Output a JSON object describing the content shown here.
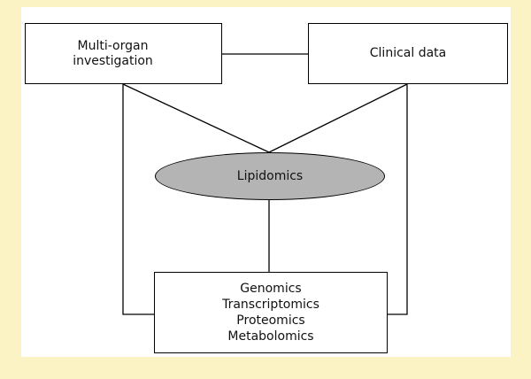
{
  "diagram": {
    "nodes": {
      "multi_organ": {
        "line1": "Multi-organ",
        "line2": "investigation"
      },
      "clinical": {
        "label": "Clinical data"
      },
      "lipidomics": {
        "label": "Lipidomics"
      },
      "omics": {
        "items": [
          "Genomics",
          "Transcriptomics",
          "Proteomics",
          "Metabolomics"
        ]
      }
    },
    "edges": [
      {
        "from": "multi_organ",
        "to": "clinical"
      },
      {
        "from": "multi_organ",
        "to": "lipidomics"
      },
      {
        "from": "clinical",
        "to": "lipidomics"
      },
      {
        "from": "lipidomics",
        "to": "omics"
      },
      {
        "from": "multi_organ",
        "to": "omics"
      },
      {
        "from": "clinical",
        "to": "omics"
      }
    ],
    "colors": {
      "border": "#fbf3c4",
      "panel": "#ffffff",
      "ellipse_fill": "#b4b4b4",
      "stroke": "#000000"
    }
  }
}
